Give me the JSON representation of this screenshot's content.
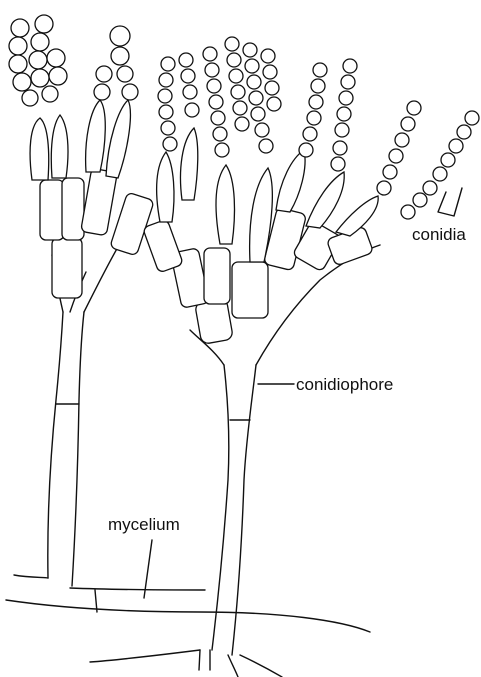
{
  "labels": {
    "conidia": "conidia",
    "conidiophore": "conidiophore",
    "mycelium": "mycelium"
  },
  "colors": {
    "ink": "#111111",
    "background": "#ffffff"
  }
}
